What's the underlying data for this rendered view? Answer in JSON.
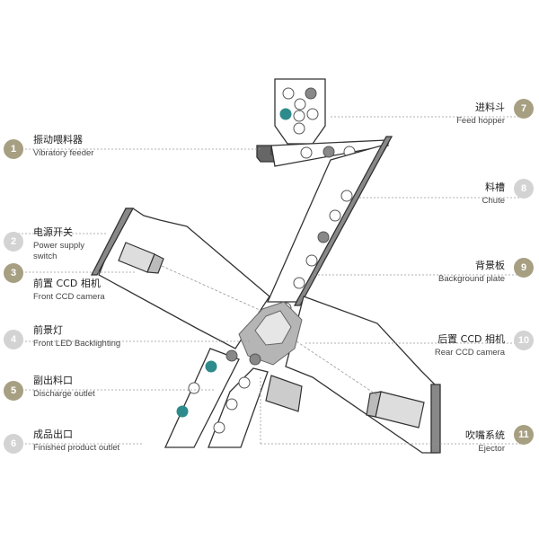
{
  "colors": {
    "olive": "#a79f82",
    "grey": "#d3d3d3",
    "teal": "#2e8b8b",
    "darkball": "#7d7d7d",
    "frame": "#333333"
  },
  "labels": [
    {
      "num": "1",
      "zh": "振动喂料器",
      "en": "Vibratory feeder",
      "badge": "olive"
    },
    {
      "num": "2",
      "zh": "电源开关",
      "en": "Power supply switch",
      "badge": "grey"
    },
    {
      "num": "3",
      "zh": "前置 CCD 相机",
      "en": "Front CCD camera",
      "badge": "olive"
    },
    {
      "num": "4",
      "zh": "前景灯",
      "en": "Front LED Backlighting",
      "badge": "grey"
    },
    {
      "num": "5",
      "zh": "副出料口",
      "en": "Discharge outlet",
      "badge": "olive"
    },
    {
      "num": "6",
      "zh": "成品出口",
      "en": "Finished product outlet",
      "badge": "grey"
    },
    {
      "num": "7",
      "zh": "进料斗",
      "en": "Feed hopper",
      "badge": "olive"
    },
    {
      "num": "8",
      "zh": "料槽",
      "en": "Chute",
      "badge": "grey"
    },
    {
      "num": "9",
      "zh": "背景板",
      "en": "Background plate",
      "badge": "olive"
    },
    {
      "num": "10",
      "zh": "后置 CCD 相机",
      "en": "Rear CCD camera",
      "badge": "grey"
    },
    {
      "num": "11",
      "zh": "吹嘴系统",
      "en": "Ejector",
      "badge": "olive"
    }
  ]
}
